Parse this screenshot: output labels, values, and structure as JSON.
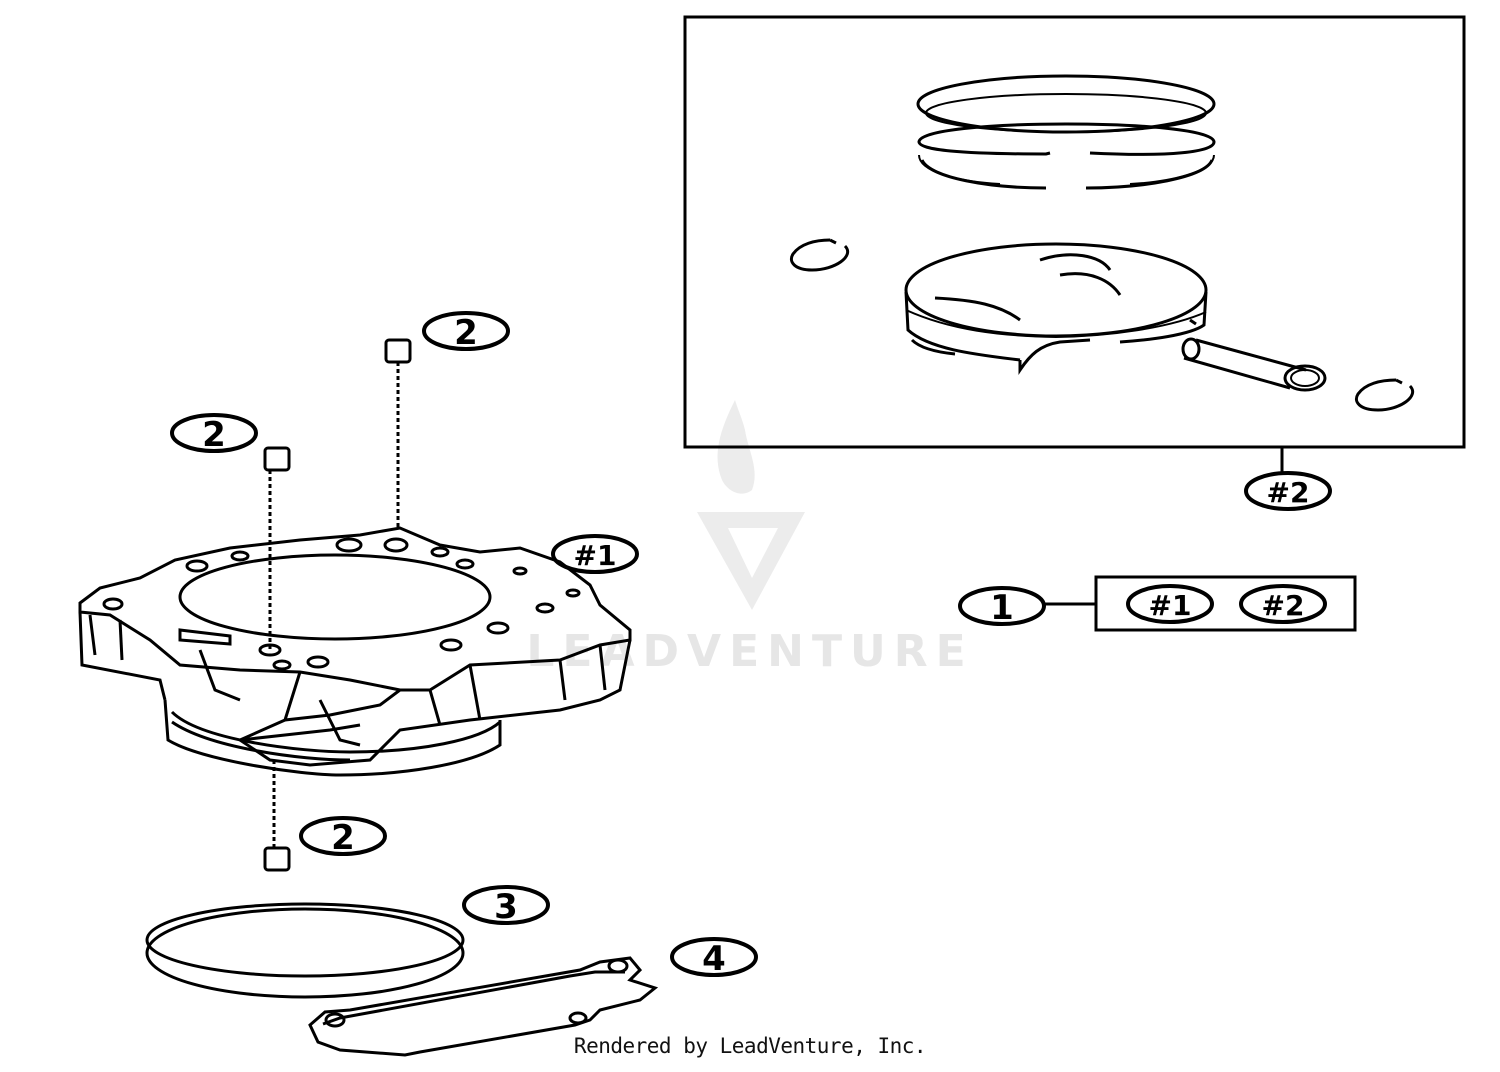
{
  "callouts": {
    "stud_top": "2",
    "stud_left": "2",
    "stud_bottom": "2",
    "cylinder": "#1",
    "piston_kit": "#2",
    "kit": "1",
    "kit_ref_1": "#1",
    "kit_ref_2": "#2",
    "o_ring": "3",
    "gasket": "4"
  },
  "watermark": {
    "text": "LEADVENTURE",
    "logo": "leadventure-flame-logo"
  },
  "footer": "Rendered by LeadVenture, Inc.",
  "colors": {
    "line": "#000000",
    "watermark": "#e6e6e6",
    "background": "#ffffff"
  }
}
